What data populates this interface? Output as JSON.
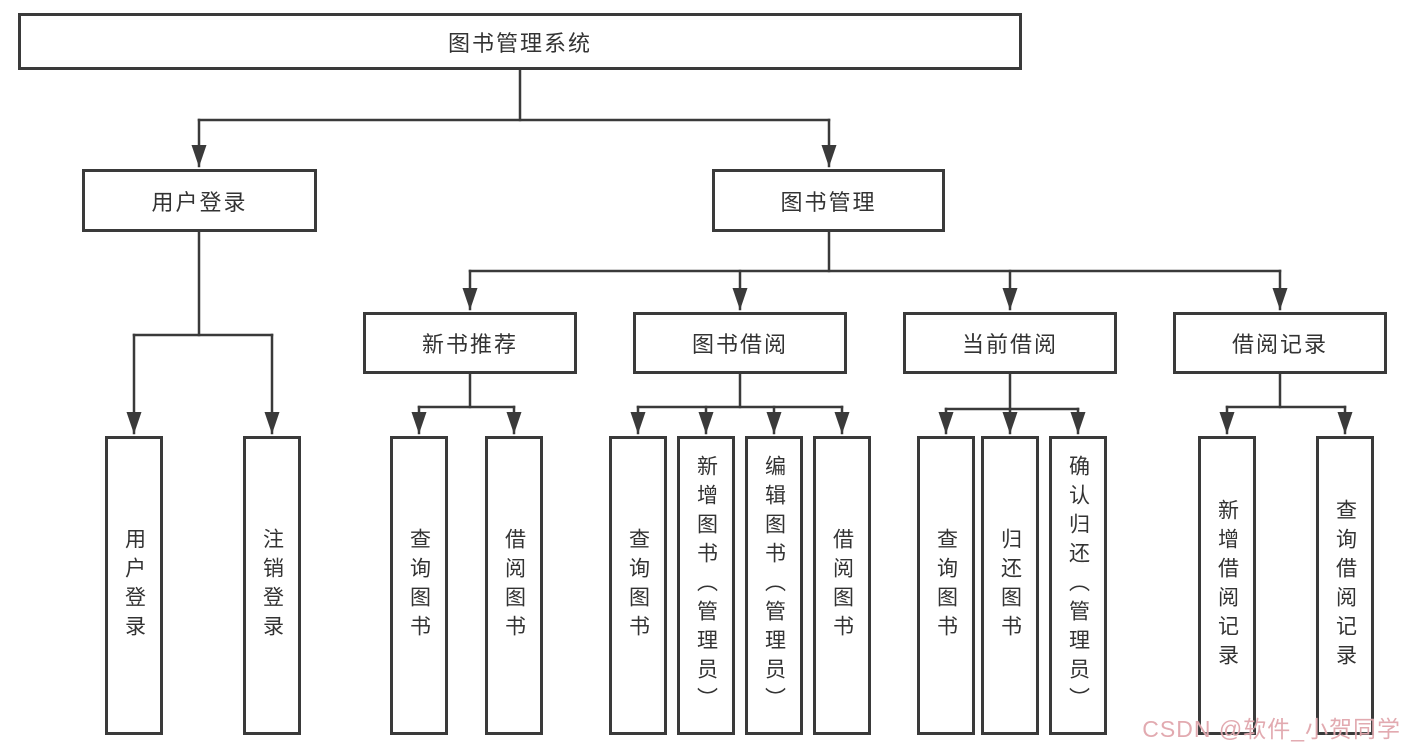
{
  "diagram": {
    "type": "function-structure-tree",
    "root": {
      "label": "图书管理系统"
    },
    "level2": {
      "user_login": {
        "label": "用户登录",
        "parent": "图书管理系统"
      },
      "book_management": {
        "label": "图书管理",
        "parent": "图书管理系统"
      }
    },
    "level3": {
      "new_book_recommendation": {
        "label": "新书推荐",
        "parent": "图书管理"
      },
      "book_borrowing": {
        "label": "图书借阅",
        "parent": "图书管理"
      },
      "current_borrowing": {
        "label": "当前借阅",
        "parent": "图书管理"
      },
      "borrowing_records": {
        "label": "借阅记录",
        "parent": "图书管理"
      }
    },
    "leaves": {
      "user_login_leaf": {
        "label": "用户登录",
        "parent": "用户登录"
      },
      "logout": {
        "label": "注销登录",
        "parent": "用户登录"
      },
      "query_books_recommend": {
        "label": "查询图书",
        "parent": "新书推荐"
      },
      "borrow_books_recommend": {
        "label": "借阅图书",
        "parent": "新书推荐"
      },
      "query_books_borrowing": {
        "label": "查询图书",
        "parent": "图书借阅"
      },
      "add_books_admin": {
        "label": "新增图书（管理员）",
        "parent": "图书借阅"
      },
      "edit_books_admin": {
        "label": "编辑图书（管理员）",
        "parent": "图书借阅"
      },
      "borrow_books": {
        "label": "借阅图书",
        "parent": "图书借阅"
      },
      "query_books_current": {
        "label": "查询图书",
        "parent": "当前借阅"
      },
      "return_books": {
        "label": "归还图书",
        "parent": "当前借阅"
      },
      "confirm_return_admin": {
        "label": "确认归还（管理员）",
        "parent": "当前借阅"
      },
      "add_borrowing_record": {
        "label": "新增借阅记录",
        "parent": "借阅记录"
      },
      "query_borrowing_record": {
        "label": "查询借阅记录",
        "parent": "借阅记录"
      }
    },
    "watermark": {
      "text": "CSDN @软件_小贺同学",
      "color": "#dfa3a9"
    },
    "colors": {
      "line": "#3a3a3a",
      "box_border": "#3a3a3a",
      "text": "#333333",
      "background": "#ffffff"
    }
  }
}
